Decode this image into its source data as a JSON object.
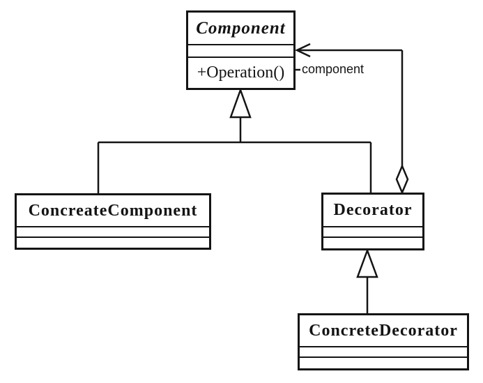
{
  "diagram": {
    "kind": "uml-class-diagram",
    "pattern": "Decorator",
    "colors": {
      "ink": "#141414",
      "paper": "#ffffff"
    },
    "classes": [
      {
        "id": "component",
        "name": "Component",
        "name_style": "bold-italic",
        "attributes": [],
        "methods": [
          "+Operation()"
        ]
      },
      {
        "id": "concreate-component",
        "name": "ConcreateComponent",
        "name_style": "bold",
        "attributes": [],
        "methods": []
      },
      {
        "id": "decorator",
        "name": "Decorator",
        "name_style": "bold",
        "attributes": [],
        "methods": []
      },
      {
        "id": "concrete-decorator",
        "name": "ConcreteDecorator",
        "name_style": "bold",
        "attributes": [],
        "methods": []
      }
    ],
    "association": {
      "role_label": "component"
    },
    "relationships": [
      {
        "type": "generalization",
        "from": "ConcreateComponent",
        "to": "Component"
      },
      {
        "type": "generalization",
        "from": "Decorator",
        "to": "Component"
      },
      {
        "type": "generalization",
        "from": "ConcreteDecorator",
        "to": "Decorator"
      },
      {
        "type": "aggregation",
        "from": "Decorator",
        "to": "Component",
        "role": "component"
      }
    ]
  }
}
